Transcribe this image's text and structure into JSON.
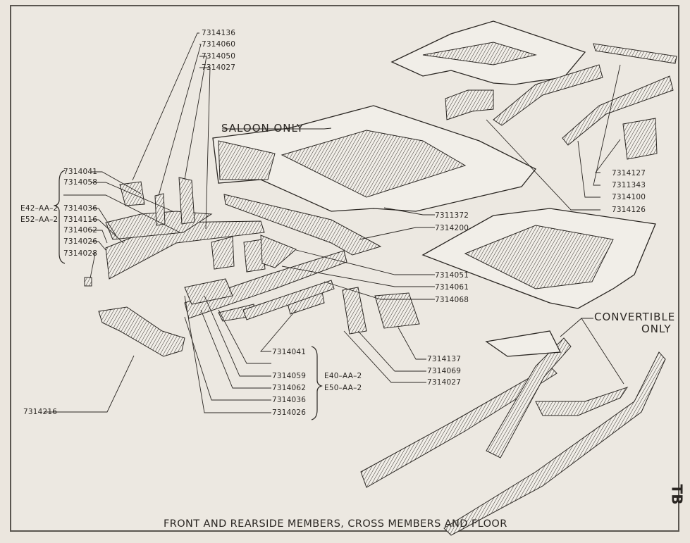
{
  "title": "FRONT AND REARSIDE MEMBERS, CROSS MEMBERS AND FLOOR",
  "page_tag": "TB",
  "annotations": {
    "saloon_only": "SALOON ONLY",
    "convertible_only_line1": "CONVERTIBLE",
    "convertible_only_line2": "ONLY"
  },
  "top_callouts": [
    "7314136",
    "7314060",
    "7314050",
    "7314027"
  ],
  "left_group": {
    "models": [
      "E42–AA–2",
      "E52–AA–2"
    ],
    "parts": [
      "7314041",
      "7314058",
      "7314036",
      "7314116",
      "7314062",
      "7314026",
      "7314028"
    ]
  },
  "center_callouts": [
    "7311372",
    "7314200",
    "7314051",
    "7314061",
    "7314068"
  ],
  "right_callouts": [
    "7314127",
    "7311343",
    "7314100",
    "7314126"
  ],
  "bottom_group": {
    "models": [
      "E40–AA–2",
      "E50–AA–2"
    ],
    "parts": [
      "7314041",
      "7314059",
      "7314062",
      "7314036",
      "7314026"
    ]
  },
  "lower_right_callouts": [
    "7314137",
    "7314069",
    "7314027"
  ],
  "crossmember_callout": "7314216",
  "colors": {
    "paper": "#ece8e1",
    "ink": "#2a2622",
    "frame": "#5a5650"
  }
}
